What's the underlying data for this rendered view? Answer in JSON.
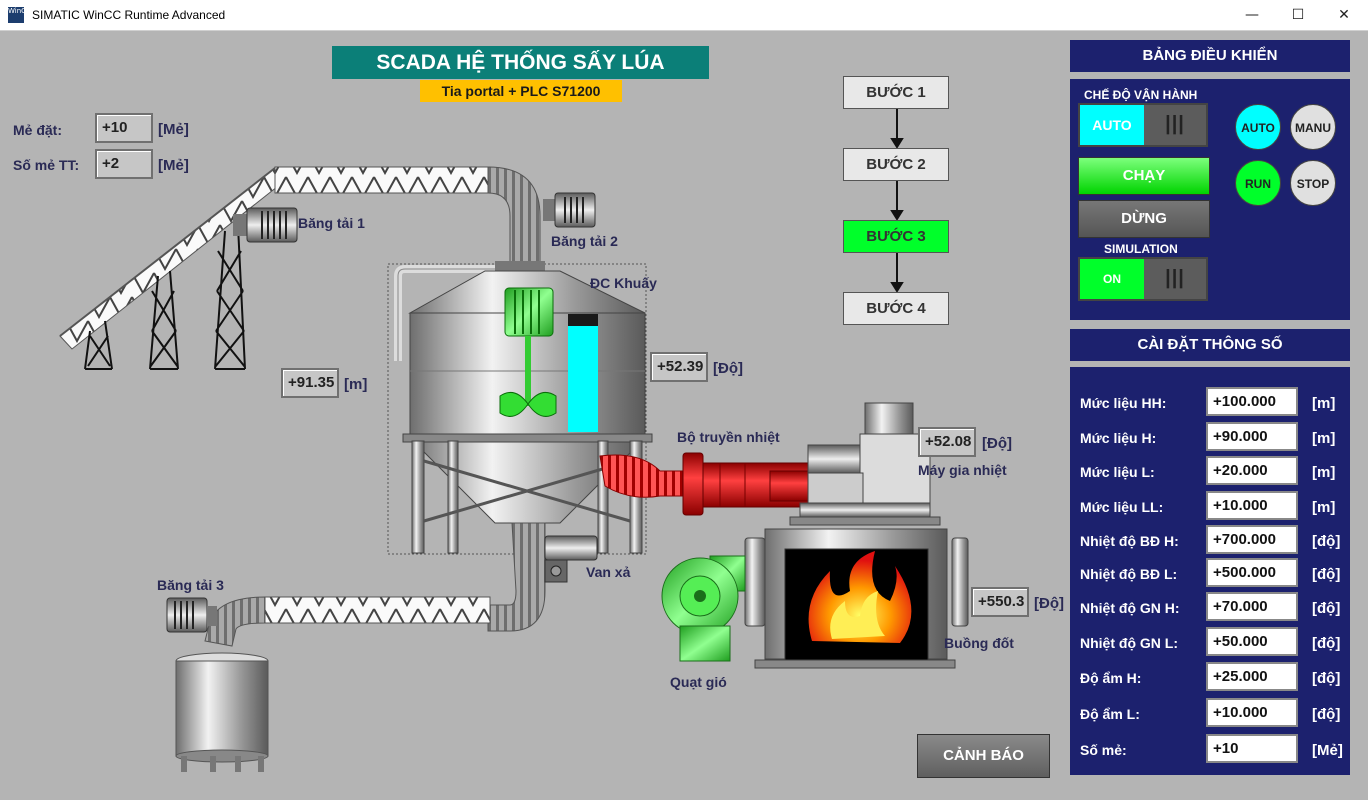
{
  "window": {
    "title": "SIMATIC WinCC Runtime Advanced",
    "icon_text": "WinCC",
    "minimize": "—",
    "maximize": "☐",
    "close": "✕"
  },
  "header": {
    "title": "SCADA HỆ THỐNG SẤY LÚA",
    "subtitle": "Tia portal + PLC S71200"
  },
  "batch": {
    "setpoint_label": "Mẻ đặt:",
    "setpoint_value": "+10",
    "setpoint_unit": "[Mẻ]",
    "actual_label": "Số mẻ TT:",
    "actual_value": "+2",
    "actual_unit": "[Mẻ]"
  },
  "process": {
    "conveyor1": "Băng tải 1",
    "conveyor2": "Băng tải 2",
    "conveyor3": "Băng tải 3",
    "mixer": "ĐC Khuấy",
    "valve": "Van xả",
    "heat_exchanger": "Bộ truyền nhiệt",
    "heater": "Máy gia nhiệt",
    "fan": "Quạt gió",
    "combustion": "Buồng đốt",
    "level_value": "+91.35",
    "level_unit": "[m]",
    "silo_temp_value": "+52.39",
    "silo_temp_unit": "[Độ]",
    "heater_temp_value": "+52.08",
    "heater_temp_unit": "[Độ]",
    "chamber_temp_value": "+550.3",
    "chamber_temp_unit": "[Độ]",
    "silo_level_fraction": 0.9
  },
  "steps": [
    "BƯỚC 1",
    "BƯỚC 2",
    "BƯỚC 3",
    "BƯỚC 4"
  ],
  "active_step": 3,
  "control_panel": {
    "title": "BẢNG ĐIỀU KHIỂN",
    "mode_label": "CHẾ ĐỘ VẬN HÀNH",
    "mode_toggle_on": "AUTO",
    "toggle_off": "|||",
    "run_button": "CHẠY",
    "stop_button": "DỪNG",
    "simulation_label": "SIMULATION",
    "simulation_toggle_on": "ON",
    "indicators": {
      "auto": "AUTO",
      "manu": "MANU",
      "run": "RUN",
      "stop": "STOP"
    }
  },
  "params": {
    "title": "CÀI ĐẶT THÔNG SỐ",
    "rows": [
      {
        "label": "Mức liệu HH:",
        "value": "+100.000",
        "unit": "[m]"
      },
      {
        "label": "Mức liệu H:",
        "value": "+90.000",
        "unit": "[m]"
      },
      {
        "label": "Mức liệu L:",
        "value": "+20.000",
        "unit": "[m]"
      },
      {
        "label": "Mức liệu LL:",
        "value": "+10.000",
        "unit": "[m]"
      },
      {
        "label": "Nhiệt độ BĐ H:",
        "value": "+700.000",
        "unit": "[độ]"
      },
      {
        "label": "Nhiệt độ BĐ L:",
        "value": "+500.000",
        "unit": "[độ]"
      },
      {
        "label": "Nhiệt độ GN H:",
        "value": "+70.000",
        "unit": "[độ]"
      },
      {
        "label": "Nhiệt độ GN L:",
        "value": "+50.000",
        "unit": "[độ]"
      },
      {
        "label": "Độ ẩm H:",
        "value": "+25.000",
        "unit": "[độ]"
      },
      {
        "label": "Độ ẩm L:",
        "value": "+10.000",
        "unit": "[độ]"
      },
      {
        "label": "Số mẻ:",
        "value": "+10",
        "unit": "[Mẻ]"
      }
    ]
  },
  "alarm_button": "CẢNH BÁO",
  "colors": {
    "panel": "#1c216e",
    "active_green": "#00ff2a",
    "title_teal": "#0b7f78",
    "subtitle_yellow": "#ffc000",
    "cyan": "#00ffff"
  }
}
